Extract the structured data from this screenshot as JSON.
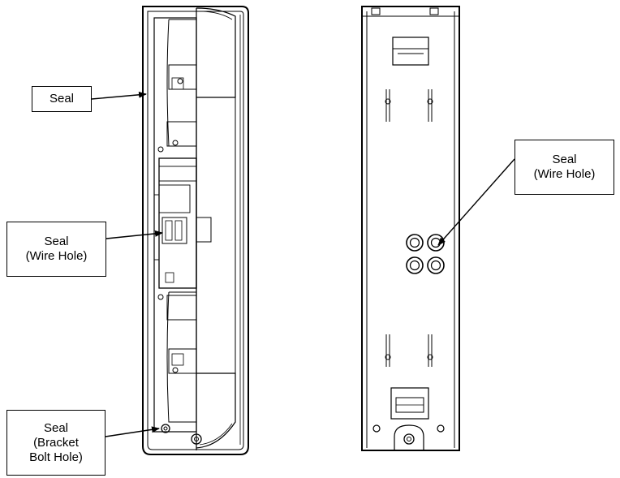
{
  "callouts": {
    "seal_top": {
      "lines": [
        "Seal"
      ]
    },
    "seal_wire_left": {
      "lines": [
        "Seal",
        "(Wire Hole)"
      ]
    },
    "seal_bracket": {
      "lines": [
        "Seal",
        "(Bracket",
        "Bolt Hole)"
      ]
    },
    "seal_wire_right": {
      "lines": [
        "Seal",
        "(Wire Hole)"
      ]
    }
  },
  "colors": {
    "line": "#000000",
    "background": "#ffffff"
  }
}
